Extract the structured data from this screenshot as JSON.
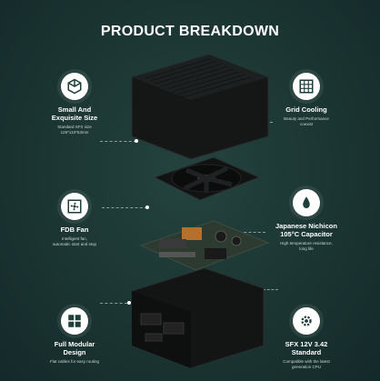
{
  "title": "PRODUCT BREAKDOWN",
  "features": [
    {
      "title": "Small And\nExquisite Size",
      "desc": "Standard SFX size\n125*110*63mm",
      "icon": "cube-icon"
    },
    {
      "title": "Grid Cooling",
      "desc": "Beauty and Performance\ncoexist",
      "icon": "grid-icon"
    },
    {
      "title": "FDB Fan",
      "desc": "Intelligent fan,\nautomatic start and stop",
      "icon": "fan-icon"
    },
    {
      "title": "Japanese Nichicon\n105°C Capacitor",
      "desc": "High temperature resistance,\nlong life",
      "icon": "capacitor-icon"
    },
    {
      "title": "Full Modular\nDesign",
      "desc": "Flat cables for easy routing",
      "icon": "modular-icon"
    },
    {
      "title": "SFX 12V 3.42\nStandard",
      "desc": "Compatible with the latest\ngeneration CPU",
      "icon": "cpu-gear-icon"
    }
  ],
  "colors": {
    "background": "#1b3532",
    "icon_circle": "#ffffff",
    "icon": "#1f3f3b",
    "component": "#121414"
  }
}
